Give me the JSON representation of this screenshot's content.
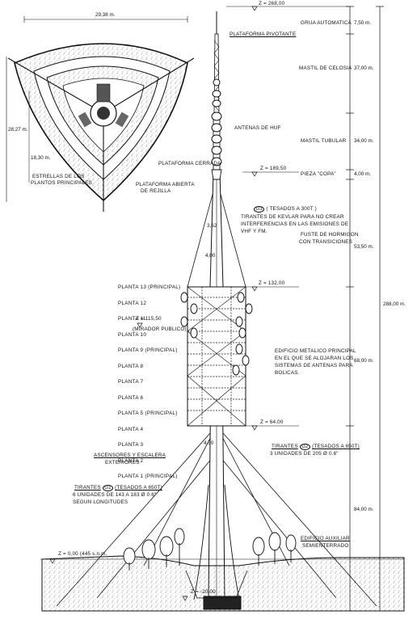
{
  "elevations": {
    "top": "Z = 268,00",
    "z18950": "Z = 189,50",
    "z13200": "Z = 132,00",
    "z11550": "Z = 115,50",
    "z6400": "Z = 64,00",
    "ground": "Z = 0,00  (445 s.n.m.",
    "foundation": "Z = -20,00"
  },
  "segments": [
    {
      "label": "GRUA AUTOMATICA",
      "value": "7,50 m."
    },
    {
      "label": "MASTIL DE CELOSIA",
      "value": "37,00 m."
    },
    {
      "label": "MASTIL TUBULAR",
      "value": "34,00 m."
    },
    {
      "label": "PIEZA \"COPA\"",
      "value": "4,00 m."
    },
    {
      "label": "FUSTE DE HORMIGON CON TRANSICIONES",
      "value": "53,50 m."
    },
    {
      "label": "EDIFICIO METALICO PRINCIPAL EN EL QUE SE ALOJARAN LOS SISTEMAS DE ANTENAS PARA BOLICAS.",
      "value": "68,00 m."
    },
    {
      "label": "",
      "value": "84,00 m."
    }
  ],
  "total_height": "288,00 m.",
  "labels": {
    "platform": "PLATAFORMA PIVOTANTE",
    "antennas": "ANTENAS DE HUF",
    "g3_title": "TESADOS A 300T",
    "g3_code": "G3",
    "g3_desc1": "TIRANTES DE KEVLAR PARA NO CREAR",
    "g3_desc2": "INTERFERENCIAS EN LAS EMISIONES DE",
    "g3_desc3": "VHF Y FM.",
    "fuste1": "FUSTE DE HORMIGON",
    "fuste2": "CON TRANSICIONES",
    "dim_362": "3,62",
    "dim_400": "4,00",
    "dim_450": "4,50",
    "mirador": "(MIRADOR PUBLICO)",
    "edif1": "EDIFICIO METALICO PRINCIPAL",
    "edif2": "EN EL QUE SE ALOJARAN LOS",
    "edif3": "SISTEMAS DE ANTENAS PARA",
    "edif4": "BOLICAS.",
    "elevators1": "ASCENSORES Y ESCALERA",
    "elevators2": "EXTERIORES",
    "g2_prefix": "TIRANTES",
    "g2_code": "G2",
    "g2_title": "(TESADOS A 650T)",
    "g2_desc": "3 UNIDADES DE 205 Ø 0.6\"",
    "g1_prefix": "TIRANTES",
    "g1_code": "G1",
    "g1_title": "(TESADOS A 650T)",
    "g1_desc1": "6 UNIDADES DE 143 A 183 Ø 0.6\"",
    "g1_desc2": "SEGUN LONGITUDES",
    "aux1": "EDIFICIO AUXILIAR",
    "aux2": "SEMIENTERRADO",
    "plan_width": "29,38 m.",
    "plan_h1": "28,27 m.",
    "plan_h2": "18,30 m.",
    "plan_legend1": "ESTRELLAS DE LOS",
    "plan_legend2": "PLANTOS PRINCIPALES",
    "plan_closed": "PLATAFORMA CERRADA",
    "plan_open1": "PLATAFORMA ABIERTA",
    "plan_open2": "DE REJILLA"
  },
  "floors": [
    "PLANTA 13  (PRINCIPAL)",
    "PLANTA 12",
    "PLANTA 11",
    "PLANTA 10",
    "PLANTA  9  (PRINCIPAL)",
    "PLANTA  8",
    "PLANTA  7",
    "PLANTA  6",
    "PLANTA  5  (PRINCIPAL)",
    "PLANTA  4",
    "PLANTA  3",
    "PLANTA  2",
    "PLANTA  1  (PRINCIPAL)"
  ]
}
